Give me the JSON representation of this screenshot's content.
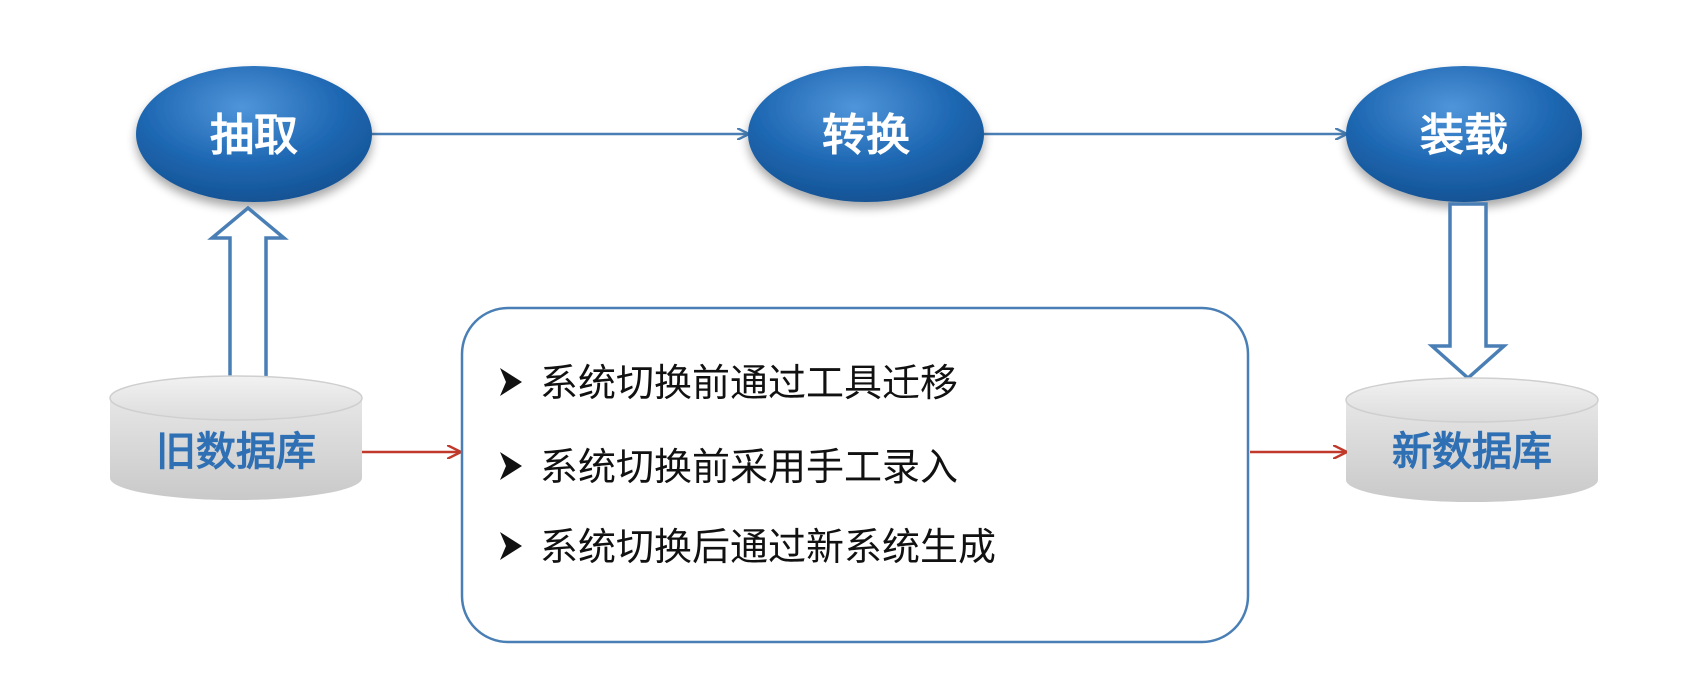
{
  "process": {
    "steps": [
      {
        "label": "抽取"
      },
      {
        "label": "转换"
      },
      {
        "label": "装载"
      }
    ]
  },
  "databases": {
    "old": {
      "label": "旧数据库"
    },
    "new": {
      "label": "新数据库"
    }
  },
  "methods": {
    "items": [
      {
        "text": "系统切换前通过工具迁移"
      },
      {
        "text": "系统切换前采用手工录入"
      },
      {
        "text": "系统切换后通过新系统生成"
      }
    ]
  },
  "colors": {
    "process_fill": "#1e66b0",
    "process_highlight": "#3a86cf",
    "flow_arrow": "#4a7fb5",
    "data_arrow": "#c0392b",
    "database_fill": "#d6d6d6",
    "database_label": "#2f6fb3",
    "panel_border": "#4a7fb5"
  }
}
